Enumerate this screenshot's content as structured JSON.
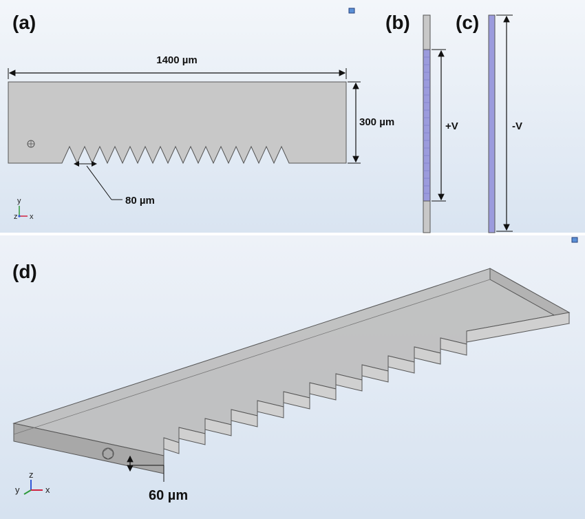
{
  "panels": {
    "a": {
      "label": "(a)",
      "width_label": "1400 µm",
      "height_label": "300 µm",
      "tooth_label": "80 µm"
    },
    "b": {
      "label": "(b)",
      "voltage_label": "+V"
    },
    "c": {
      "label": "(c)",
      "voltage_label": "-V"
    },
    "d": {
      "label": "(d)",
      "thickness_label": "60 µm"
    }
  },
  "axes_2d": {
    "y": "y",
    "z": "z",
    "x": "x"
  },
  "axes_3d": {
    "y": "y",
    "z": "z",
    "x": "x"
  },
  "colors": {
    "background_top": "#eef2f8",
    "background_bottom": "#dbe6f3",
    "body_fill": "#c8c8c8",
    "body_stroke": "#555555",
    "electrode_purple": "#9b9bdd",
    "axis_x": "#d0213f",
    "axis_y": "#2e9a3a",
    "axis_z": "#3157d6"
  }
}
